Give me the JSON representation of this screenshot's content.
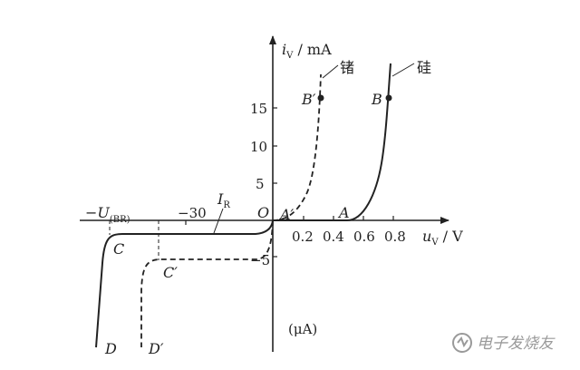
{
  "axes": {
    "y_label_main": "i",
    "y_label_sub": "V",
    "y_label_unit": " / mA",
    "x_label_main": "u",
    "x_label_sub": "V",
    "x_label_unit": " / V",
    "origin": "O",
    "ua_note": "(μA)",
    "x_ticks": [
      "0.2",
      "0.4",
      "0.6",
      "0.8"
    ],
    "y_ticks_pos": [
      "5",
      "10",
      "15"
    ],
    "y_tick_neg": "−5",
    "x_tick_neg": "−30",
    "breakdown_label_main": "−U",
    "breakdown_label_sub": "(BR)"
  },
  "curves": {
    "germanium_label": "锗",
    "silicon_label": "硅",
    "reverse_current_main": "I",
    "reverse_current_sub": "R"
  },
  "points": {
    "A": "A",
    "A_prime": "A′",
    "B": "B",
    "B_prime": "B′",
    "C": "C",
    "C_prime": "C′",
    "D": "D",
    "D_prime": "D′"
  },
  "watermark": "电子发烧友",
  "colors": {
    "ink": "#222222",
    "watermark": "#9a9a9a"
  }
}
